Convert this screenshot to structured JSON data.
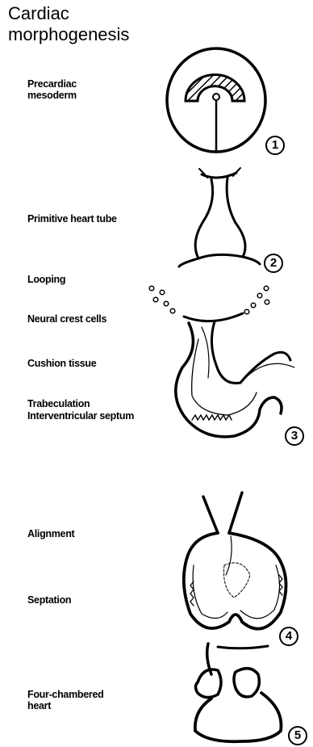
{
  "title_line1": "Cardiac",
  "title_line2": "morphogenesis",
  "labels": {
    "precardiac_1": "Precardiac",
    "precardiac_2": "mesoderm",
    "primitive_tube": "Primitive heart tube",
    "looping": "Looping",
    "neural_crest": "Neural crest cells",
    "cushion": "Cushion tissue",
    "trabeculation": "Trabeculation",
    "interventricular": "Interventricular septum",
    "alignment": "Alignment",
    "septation": "Septation",
    "four_chambered_1": "Four-chambered",
    "four_chambered_2": "heart"
  },
  "stages": [
    "1",
    "2",
    "3",
    "4",
    "5"
  ]
}
